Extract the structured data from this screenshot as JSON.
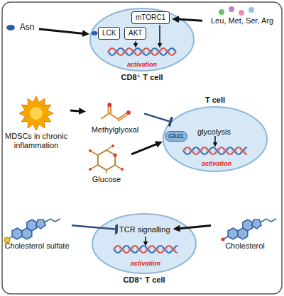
{
  "diagram": {
    "nodes": [
      {
        "text": [
          "Asn"
        ]
      },
      {
        "text": [
          "CD8⁺ T cell"
        ]
      },
      {
        "text": [
          "LCK"
        ],
        "in": 1
      },
      {
        "text": [
          "AKT"
        ],
        "in": 1
      },
      {
        "text": [
          "mTORC1"
        ],
        "in": 1
      },
      {
        "text": [
          "Leu, Met, Ser, Arg"
        ]
      },
      {
        "text": [
          "MDSCs in chronic inflammation"
        ]
      },
      {
        "text": [
          "Methylglyoxal"
        ]
      },
      {
        "text": [
          "Glucose"
        ]
      },
      {
        "text": [
          "T cell"
        ]
      },
      {
        "text": [
          "Glut1"
        ],
        "in": 9
      },
      {
        "text": [
          "Cholesterol sulfate"
        ]
      },
      {
        "text": [
          "CD8⁺ T cell"
        ]
      },
      {
        "text": [
          "TCR signalling"
        ],
        "in": 12
      },
      {
        "text": [
          "Cholesterol"
        ]
      }
    ],
    "edges": [
      {
        "from": 0,
        "to": 1,
        "arrow": "to"
      },
      {
        "from": 5,
        "to": 4,
        "arrow": "to"
      },
      {
        "from": 6,
        "to": 7,
        "arrow": "to"
      },
      {
        "from": 7,
        "to": 9,
        "arrow": "to"
      },
      {
        "from": 8,
        "to": 10,
        "arrow": "to"
      },
      {
        "from": 11,
        "to": 13,
        "arrow": "to"
      },
      {
        "from": 14,
        "to": 13,
        "arrow": "to"
      }
    ],
    "labels": [
      "activation",
      "glycolysis",
      "activation",
      "activation"
    ]
  }
}
